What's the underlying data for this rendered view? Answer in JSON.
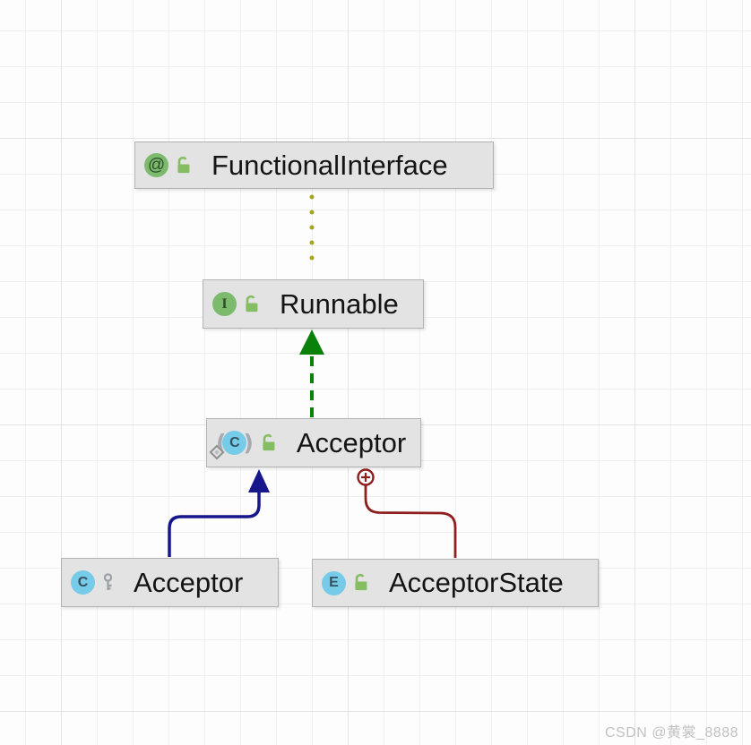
{
  "watermark": {
    "text": "CSDN @黄裳_8888"
  },
  "diagram": {
    "nodes": {
      "functional_interface": {
        "label": "FunctionalInterface",
        "kind": "annotation",
        "visibility": "public"
      },
      "runnable": {
        "label": "Runnable",
        "kind": "interface",
        "visibility": "public"
      },
      "acceptor_main": {
        "label": "Acceptor",
        "kind": "anonymous class",
        "visibility": "public"
      },
      "acceptor_local": {
        "label": "Acceptor",
        "kind": "class",
        "visibility": "package-local"
      },
      "acceptor_state": {
        "label": "AcceptorState",
        "kind": "enum",
        "visibility": "public"
      }
    },
    "icon_glyphs": {
      "annotation": "@",
      "interface": "I",
      "class": "C",
      "enum": "E",
      "open_paren": "(",
      "close_paren": ")"
    },
    "edges": [
      {
        "name": "annotation-link",
        "from": "Runnable",
        "to": "FunctionalInterface",
        "style": "dotted",
        "color": "#a5a51f"
      },
      {
        "name": "implements",
        "from": "Acceptor",
        "to": "Runnable",
        "style": "dashed, filled triangle arrow",
        "color": "#0a820a"
      },
      {
        "name": "extends",
        "from": "Acceptor (local)",
        "to": "Acceptor",
        "style": "solid, filled triangle arrow",
        "color": "#17178c"
      },
      {
        "name": "inner-class",
        "from": "AcceptorState",
        "to": "Acceptor",
        "style": "solid, circled plus anchor",
        "color": "#8e1f1f"
      }
    ],
    "colors": {
      "node_fill": "#e3e3e3",
      "node_border": "#b3b3b3",
      "green_icon": "#7cba6d",
      "blue_icon": "#76cbe8",
      "lock_green": "#85bd63",
      "key_gray": "#9aa0a6",
      "grid_minor": "#f0f0f2",
      "grid_major": "#e3e3e6"
    }
  }
}
